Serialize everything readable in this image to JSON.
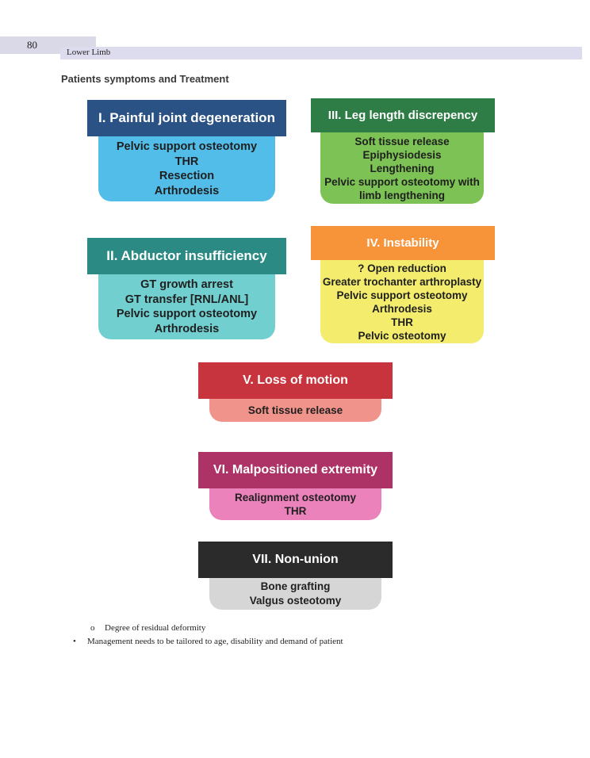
{
  "page": {
    "number": "80",
    "running_head": "Lower Limb",
    "section_title": "Patients symptoms and Treatment"
  },
  "diagram": {
    "cards": [
      {
        "title": "I. Painful joint degeneration",
        "items": [
          "Pelvic support osteotomy",
          "THR",
          "Resection",
          "Arthrodesis"
        ],
        "header_color": "#2b5284",
        "body_color": "#52bde9"
      },
      {
        "title": "III. Leg length discrepency",
        "items": [
          "Soft tissue release",
          "Epiphysiodesis",
          "Lengthening",
          "Pelvic support osteotomy with",
          "limb lengthening"
        ],
        "header_color": "#2e7d46",
        "body_color": "#7cc254"
      },
      {
        "title": "II. Abductor insufficiency",
        "items": [
          "GT growth  arrest",
          "GT transfer [RNL/ANL]",
          "Pelvic support osteotomy",
          "Arthrodesis"
        ],
        "header_color": "#2b8a84",
        "body_color": "#72cfd0"
      },
      {
        "title": "IV. Instability",
        "items": [
          "? Open reduction",
          "Greater trochanter arthroplasty",
          "Pelvic support osteotomy",
          "Arthrodesis",
          "THR",
          "Pelvic osteotomy"
        ],
        "header_color": "#f7943a",
        "body_color": "#f3ec6c"
      },
      {
        "title": "V. Loss of motion",
        "items": [
          "Soft tissue release"
        ],
        "header_color": "#c8343e",
        "body_color": "#f0938a"
      },
      {
        "title": "VI. Malpositioned extremity",
        "items": [
          "Realignment osteotomy",
          "THR"
        ],
        "header_color": "#ad3266",
        "body_color": "#ec82bc"
      },
      {
        "title": "VII. Non-union",
        "items": [
          "Bone grafting",
          "Valgus osteotomy"
        ],
        "header_color": "#2b2b2b",
        "body_color": "#d6d6d6"
      }
    ]
  },
  "bullets": {
    "sub_marker": "o",
    "sub_item": "Degree of residual deformity",
    "main_marker": "•",
    "main_item": "Management needs to be tailored to age, disability and demand of patient"
  }
}
